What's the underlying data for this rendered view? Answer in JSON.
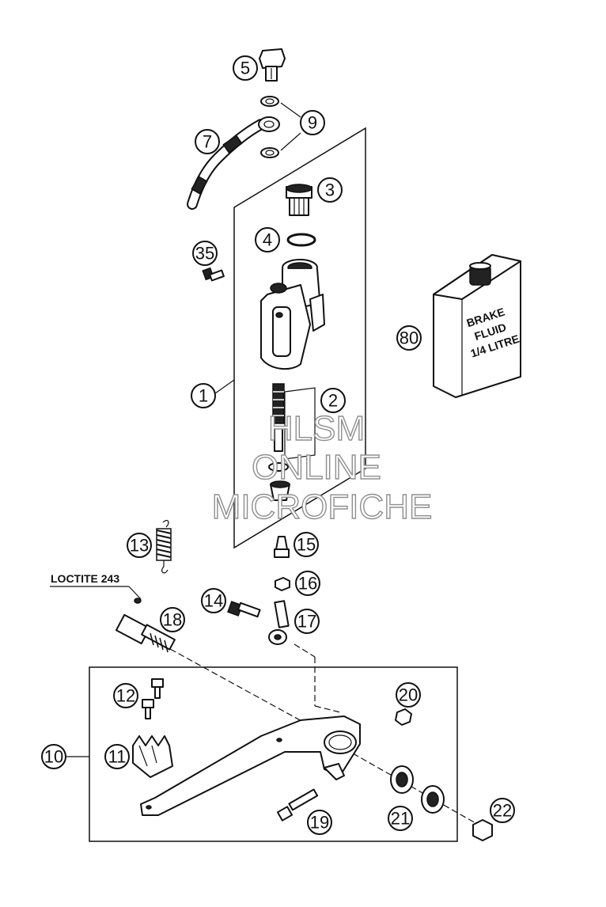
{
  "callouts": [
    "1",
    "2",
    "3",
    "4",
    "5",
    "7",
    "9",
    "10",
    "11",
    "12",
    "13",
    "14",
    "15",
    "16",
    "17",
    "18",
    "19",
    "20",
    "21",
    "22",
    "35",
    "80"
  ],
  "note": {
    "loctite": "LOCTITE 243"
  },
  "bottle": {
    "line1": "BRAKE",
    "line2": "FLUID",
    "line3": "1/4 LITRE"
  },
  "watermark": {
    "line1": "HLSM",
    "line2": "ONLINE",
    "line3": "MICROFICHE"
  }
}
